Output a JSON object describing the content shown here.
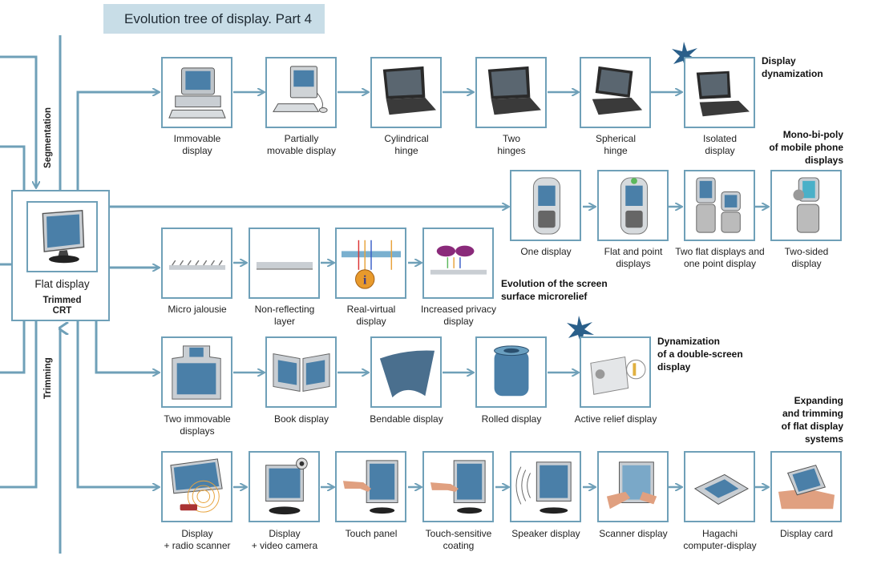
{
  "title": "Evolution tree of display. Part 4",
  "center": {
    "label": "Flat display",
    "sublabel_1": "Trimmed",
    "sublabel_2": "CRT"
  },
  "axis_labels": {
    "segmentation": "Segmentation",
    "trimming": "Trimming"
  },
  "group_titles": {
    "dynamization_1": "Display",
    "dynamization_2": "dynamization",
    "mobile_1": "Mono-bi-poly",
    "mobile_2": "of mobile phone",
    "mobile_3": "displays",
    "surface_1": "Evolution of the screen",
    "surface_2": "surface microrelief",
    "double_1": "Dynamization",
    "double_2": "of a double-screen",
    "double_3": "display",
    "expanding_1": "Expanding",
    "expanding_2": "and trimming",
    "expanding_3": "of flat display",
    "expanding_4": "systems"
  },
  "rows": {
    "row1": [
      {
        "icon": "desktop-computer-icon",
        "l1": "Immovable",
        "l2": "display"
      },
      {
        "icon": "macintosh-computer-icon",
        "l1": "Partially",
        "l2": "movable display"
      },
      {
        "icon": "laptop-icon",
        "l1": "Cylindrical",
        "l2": "hinge"
      },
      {
        "icon": "laptop-icon",
        "l1": "Two",
        "l2": "hinges"
      },
      {
        "icon": "convertible-laptop-icon",
        "l1": "Spherical",
        "l2": "hinge"
      },
      {
        "icon": "laptop-icon",
        "l1": "Isolated",
        "l2": "display"
      }
    ],
    "row2": [
      {
        "icon": "mobile-phone-icon",
        "l1": "One display",
        "l2": ""
      },
      {
        "icon": "mobile-phone-icon",
        "l1": "Flat and point",
        "l2": "displays"
      },
      {
        "icon": "flip-phones-icon",
        "l1": "Two flat displays and",
        "l2": "one point display"
      },
      {
        "icon": "flip-phone-icon",
        "l1": "Two-sided",
        "l2": "display"
      }
    ],
    "row3": [
      {
        "icon": "micro-jalousie-icon",
        "l1": "Micro jalousie",
        "l2": ""
      },
      {
        "icon": "layer-strip-icon",
        "l1": "Non-reflecting",
        "l2": "layer"
      },
      {
        "icon": "info-rays-icon",
        "l1": "Real-virtual",
        "l2": "display"
      },
      {
        "icon": "glasses-icon",
        "l1": "Increased privacy",
        "l2": "display"
      }
    ],
    "row4": [
      {
        "icon": "two-screens-icon",
        "l1": "Two immovable",
        "l2": "displays"
      },
      {
        "icon": "book-display-icon",
        "l1": "Book display",
        "l2": ""
      },
      {
        "icon": "bendable-display-icon",
        "l1": "Bendable display",
        "l2": ""
      },
      {
        "icon": "rolled-display-icon",
        "l1": "Rolled display",
        "l2": ""
      },
      {
        "icon": "relief-display-icon",
        "l1": "Active relief display",
        "l2": ""
      }
    ],
    "row5": [
      {
        "icon": "radio-scanner-monitor-icon",
        "l1": "Display",
        "l2": "+ radio scanner"
      },
      {
        "icon": "webcam-monitor-icon",
        "l1": "Display",
        "l2": "+ video camera"
      },
      {
        "icon": "touch-panel-icon",
        "l1": "Touch panel",
        "l2": ""
      },
      {
        "icon": "touch-coating-icon",
        "l1": "Touch-sensitive",
        "l2": "coating"
      },
      {
        "icon": "speaker-display-icon",
        "l1": "Speaker display",
        "l2": ""
      },
      {
        "icon": "scanner-display-icon",
        "l1": "Scanner display",
        "l2": ""
      },
      {
        "icon": "hagachi-display-icon",
        "l1": "Hagachi",
        "l2": "computer-display"
      },
      {
        "icon": "display-card-icon",
        "l1": "Display card",
        "l2": ""
      }
    ]
  },
  "colors": {
    "connector": "#6fa0b8",
    "title_bg": "#c8dde7",
    "screen": "#4a7fa8",
    "star": "#2a5f8a"
  }
}
